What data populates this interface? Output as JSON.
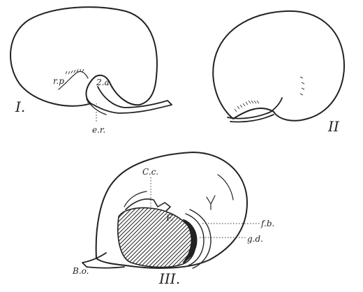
{
  "figures": [
    {
      "numeral": "I.",
      "labels": [
        "r.p.",
        "2.a.",
        "e.r."
      ]
    },
    {
      "numeral": "II"
    },
    {
      "numeral": "III.",
      "labels": [
        "C.c.",
        "F.",
        "f.b.",
        "g.d.",
        "B.o."
      ]
    }
  ],
  "colors": {
    "ink": "#222222",
    "background": "#ffffff"
  }
}
